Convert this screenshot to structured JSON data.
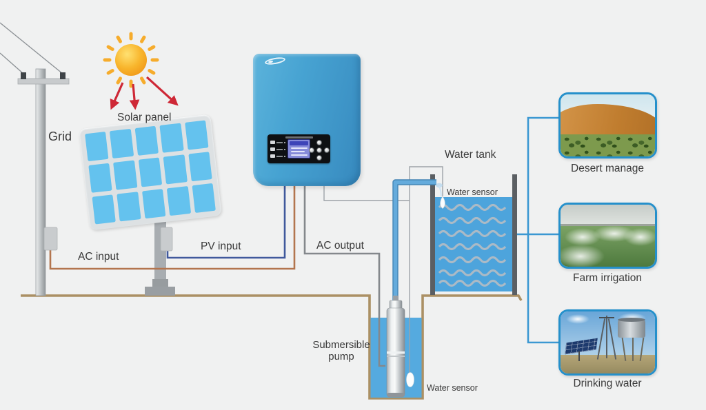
{
  "labels": {
    "grid": "Grid",
    "solar_panel": "Solar panel",
    "ac_input": "AC input",
    "pv_input": "PV input",
    "ac_output": "AC output",
    "water_tank": "Water tank",
    "water_sensor_tank": "Water sensor",
    "submersible_pump": "Submersible pump",
    "water_sensor_well": "Water sensor"
  },
  "applications": [
    {
      "label": "Desert manage",
      "image": "desert-dune-with-shrubs"
    },
    {
      "label": "Farm irrigation",
      "image": "sprinklers-over-green-field"
    },
    {
      "label": "Drinking water",
      "image": "water-tower-windmill-solar-panel"
    }
  ],
  "icons": {
    "sun": "sun-with-rays",
    "irradiance_arrows": "three-red-arrows",
    "tank_sensor": "white-droplet",
    "well_sensor": "white-float",
    "brand_logo": "white-swoosh-logo"
  },
  "colors": {
    "background": "#f0f1f1",
    "accent_blue": "#2590cb",
    "water_blue": "#4da4dc",
    "inverter_blue": "#47a3d2",
    "wire_pv": "#40599c",
    "wire_ac_input": "#b3754e",
    "wire_ac_output": "#84888c",
    "ground_tan": "#ab9064",
    "arrow_red": "#ce2836",
    "sun_orange": "#f29c1a"
  }
}
